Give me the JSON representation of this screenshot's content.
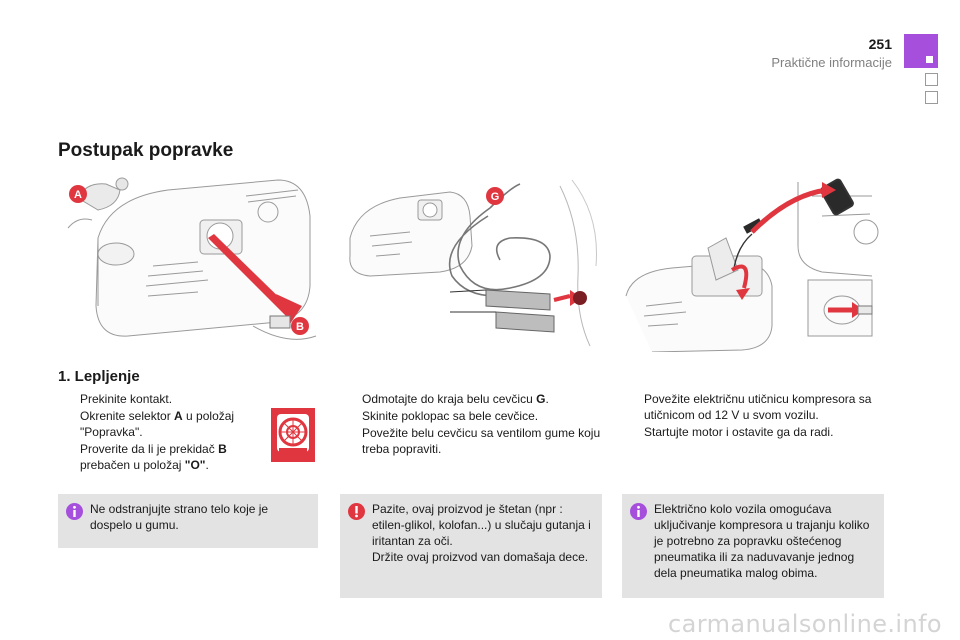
{
  "header": {
    "page_number": "251",
    "section": "Praktične informacije",
    "accent_color": "#a54fdc"
  },
  "title": "Postupak popravke",
  "illustrations": [
    {
      "callouts": [
        "A",
        "B"
      ],
      "callout_color": "#e0363f"
    },
    {
      "callouts": [
        "G"
      ],
      "callout_color": "#e0363f"
    },
    {
      "callouts": [],
      "arrow_color": "#e0363f"
    }
  ],
  "subtitle": "1. Lepljenje",
  "bullet_symbol": "",
  "col1_steps": [
    {
      "text": "Prekinite kontakt."
    },
    {
      "pre": "Okrenite selektor ",
      "bold": "A",
      "post": " u položaj \"Popravka\"."
    },
    {
      "pre": "Proverite da li je prekidač ",
      "bold": "B",
      "post": " prebačen u položaj ",
      "bold2": "\"O\"",
      "post2": "."
    }
  ],
  "col2_steps": [
    {
      "pre": "Odmotajte do kraja belu cevčicu ",
      "bold": "G",
      "post": "."
    },
    {
      "text": "Skinite poklopac sa bele cevčice."
    },
    {
      "text": "Povežite belu cevčicu sa ventilom gume koju treba popraviti."
    }
  ],
  "col3_steps": [
    {
      "text": "Povežite električnu utičnicu kompresora sa utičnicom od 12 V u svom vozilu."
    },
    {
      "text": "Startujte motor i ostavite ga da radi."
    }
  ],
  "notes": [
    {
      "type": "info-icon",
      "color": "#a54fdc",
      "text": "Ne odstranjujte strano telo koje je dospelo u gumu."
    },
    {
      "type": "warning-icon",
      "color": "#e0363f",
      "lines": [
        "Pazite, ovaj proizvod je štetan (npr : etilen-glikol, kolofan...) u slučaju gutanja i iritantan za oči.",
        "Držite ovaj proizvod van domašaja dece."
      ]
    },
    {
      "type": "info-icon",
      "color": "#a54fdc",
      "text": "Električno kolo vozila omogućava uključivanje kompresora u trajanju koliko je potrebno za popravku oštećenog pneumatika ili za naduvavanje jednog dela pneumatika malog obima."
    }
  ],
  "watermark": "carmanualsonline.info"
}
